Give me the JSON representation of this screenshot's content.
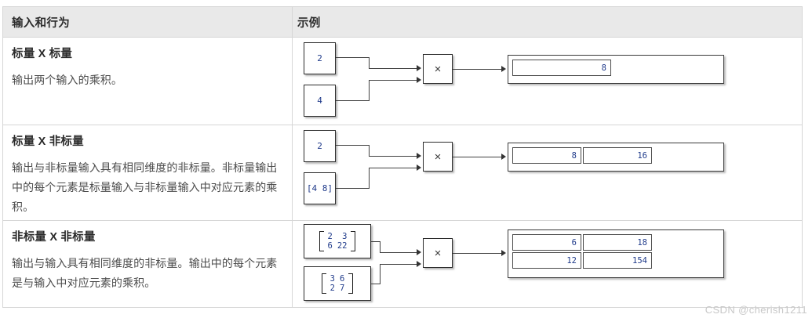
{
  "table": {
    "header": {
      "col_description": "输入和行为",
      "col_example": "示例"
    },
    "rows": [
      {
        "title": "标量 X 标量",
        "body": "输出两个输入的乘积。",
        "diagram": {
          "input_a": "2",
          "input_b": "4",
          "operator": "×",
          "output_cells": [
            [
              "8"
            ]
          ]
        }
      },
      {
        "title": "标量 X 非标量",
        "body": "输出与非标量输入具有相同维度的非标量。非标量输出中的每个元素是标量输入与非标量输入中对应元素的乘积。",
        "diagram": {
          "input_a": "2",
          "input_b": "[4 8]",
          "operator": "×",
          "output_cells": [
            [
              "8",
              "16"
            ]
          ]
        }
      },
      {
        "title": "非标量 X 非标量",
        "body": "输出与输入具有相同维度的非标量。输出中的每个元素是与输入中对应元素的乘积。",
        "diagram": {
          "input_a_matrix": [
            [
              "2",
              "3"
            ],
            [
              "6",
              "22"
            ]
          ],
          "input_b_matrix": [
            [
              "3",
              "6"
            ],
            [
              "2",
              "7"
            ]
          ],
          "operator": "×",
          "output_cells": [
            [
              "6",
              "18"
            ],
            [
              "12",
              "154"
            ]
          ]
        }
      }
    ]
  },
  "watermark": "CSDN @cherish1211",
  "colors": {
    "header_bg": "#e9e9e9",
    "border": "#d6d6d6",
    "value_text": "#1f3a8a",
    "block_border": "#2c2c2c",
    "wire": "#404040",
    "watermark": "#c8c8c8"
  }
}
